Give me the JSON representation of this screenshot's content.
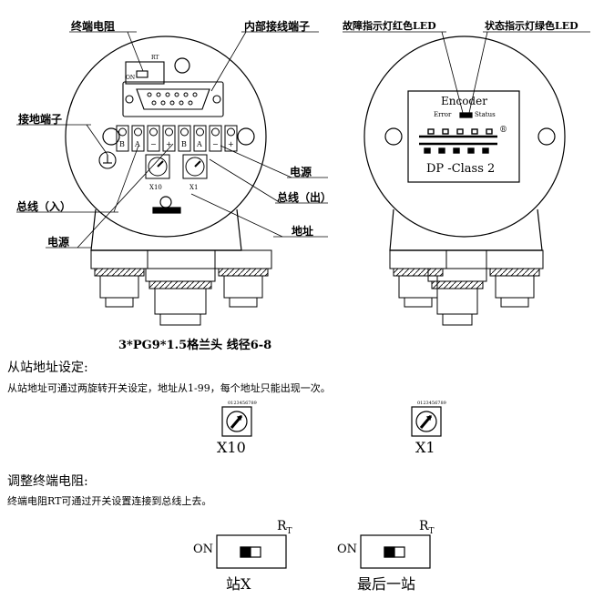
{
  "labels": {
    "terminal_resistor": "终端电阻",
    "internal_terminal": "内部接线端子",
    "ground_terminal": "接地端子",
    "bus_in": "总线（入）",
    "power_left": "电源",
    "power_right": "电源",
    "bus_out": "总线（出）",
    "address": "地址",
    "fault_led": "故障指示灯红色LED",
    "status_led": "状态指示灯绿色LED",
    "switch_on": "ON",
    "switch_rt": "RT",
    "dial_x10": "X10",
    "dial_x1": "X1",
    "terminal_letters": [
      "B",
      "A",
      "−",
      "+",
      "B",
      "A",
      "−",
      "+"
    ]
  },
  "right_panel": {
    "encoder": "Encoder",
    "error": "Error",
    "status": "Status",
    "class": "DP -Class 2",
    "registered": "®"
  },
  "cable_gland_caption": "3*PG9*1.5格兰头 线径6-8",
  "slave_section": {
    "heading": "从站地址设定:",
    "description": "从站地址可通过两旋转开关设定，地址从1-99，每个地址只能出现一次。",
    "dial_digits": [
      "0",
      "1",
      "2",
      "3",
      "4",
      "5",
      "6",
      "7",
      "8",
      "9"
    ],
    "dial_left_label": "X10",
    "dial_right_label": "X1"
  },
  "terminator_section": {
    "heading": "调整终端电阻:",
    "description": "终端电阻RT可通过开关设置连接到总线上去。",
    "on_label": "ON",
    "r_label": "R",
    "t_label": "T",
    "left_caption": "站X",
    "right_caption": "最后一站"
  }
}
